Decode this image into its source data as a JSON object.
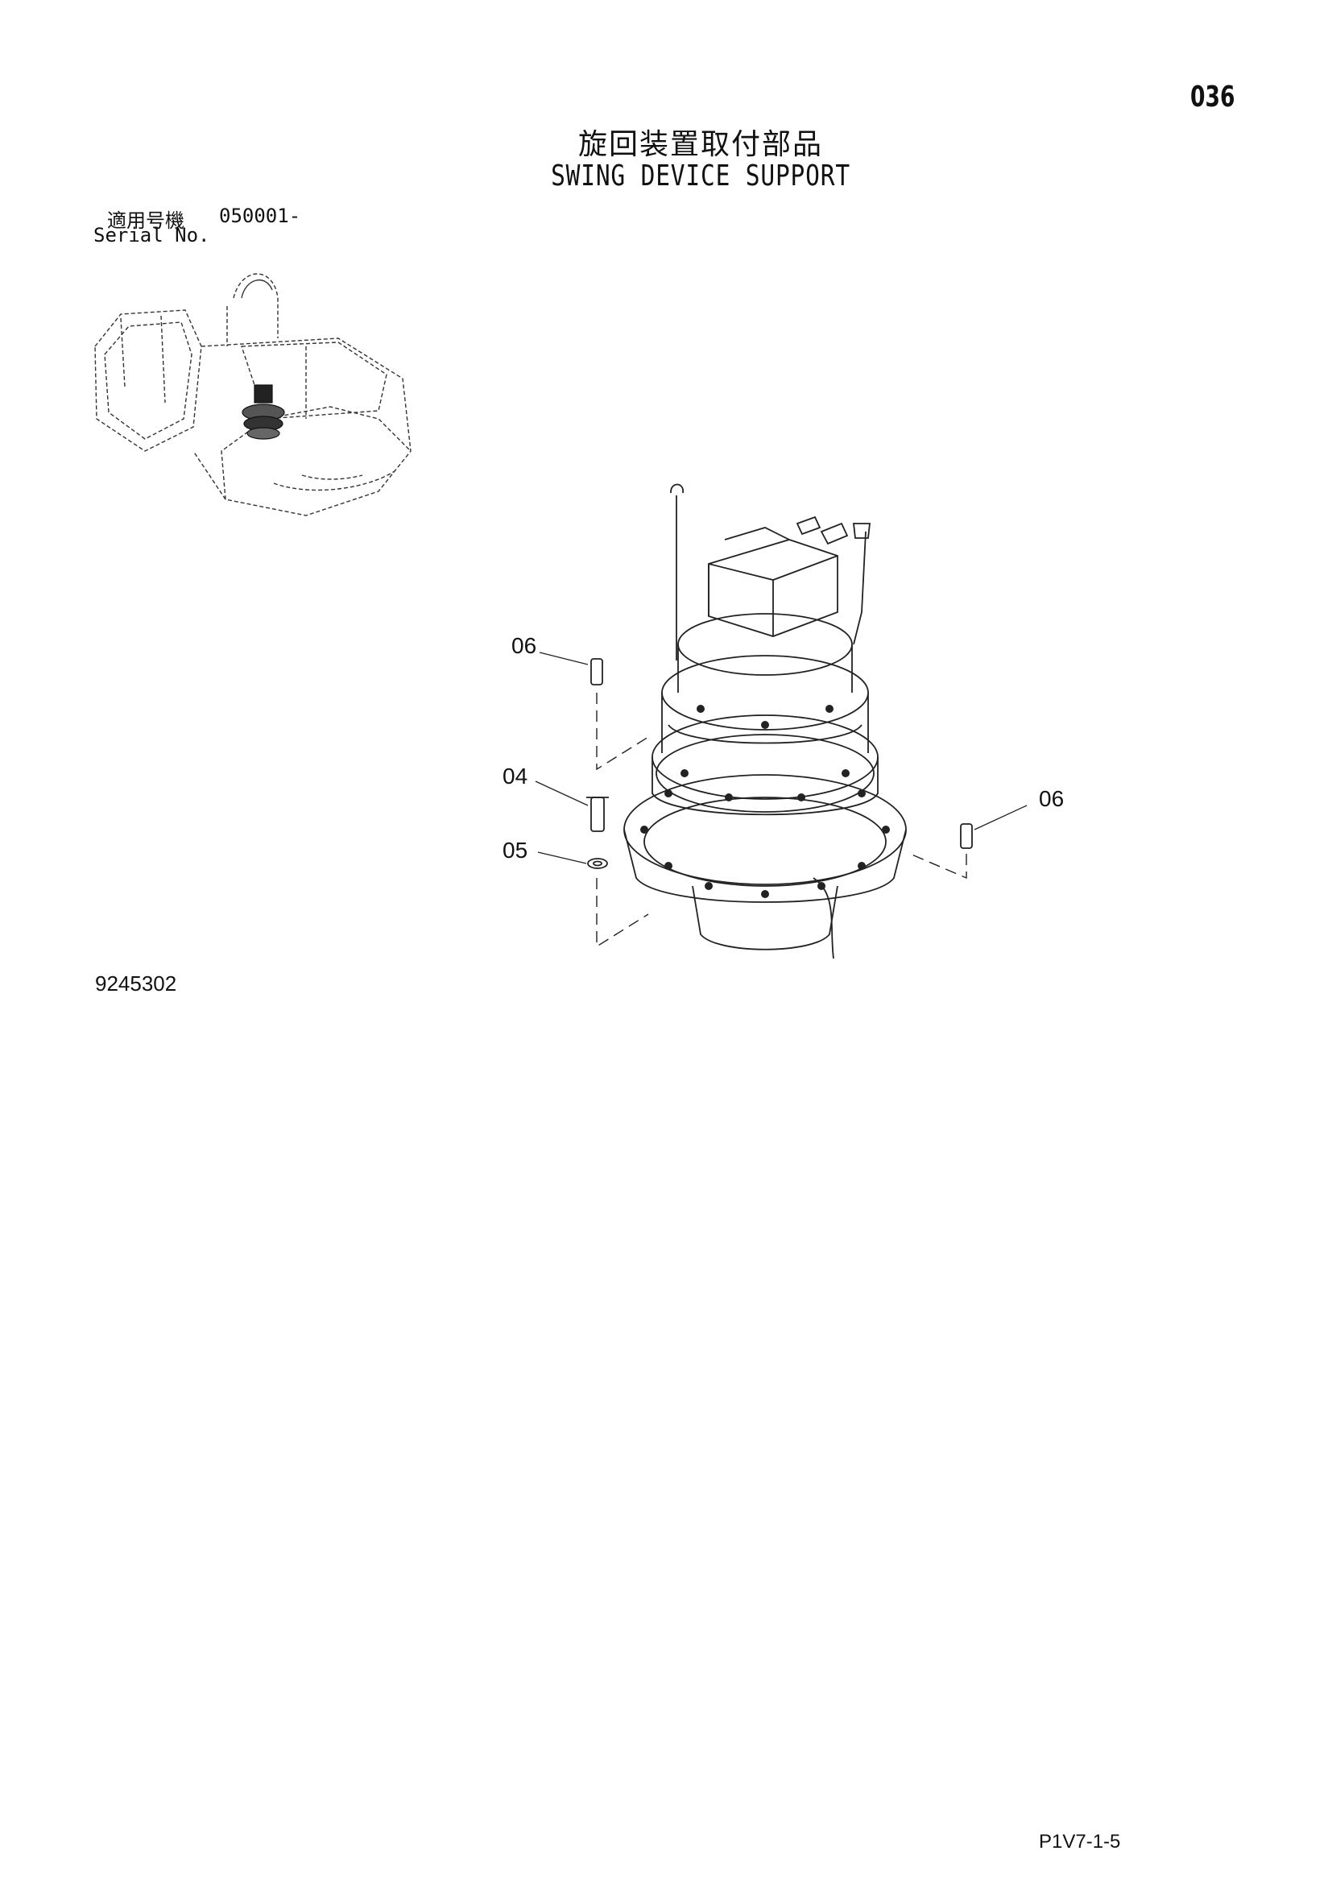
{
  "page_number": "036",
  "title_jp": "旋回装置取付部品",
  "title_en": "SWING DEVICE SUPPORT",
  "serial": {
    "label_jp": "適用号機",
    "value": "050001-",
    "label_en": "Serial No."
  },
  "callouts": [
    "06",
    "04",
    "05",
    "06"
  ],
  "figure_number": "9245302",
  "page_code": "P1V7-1-5"
}
